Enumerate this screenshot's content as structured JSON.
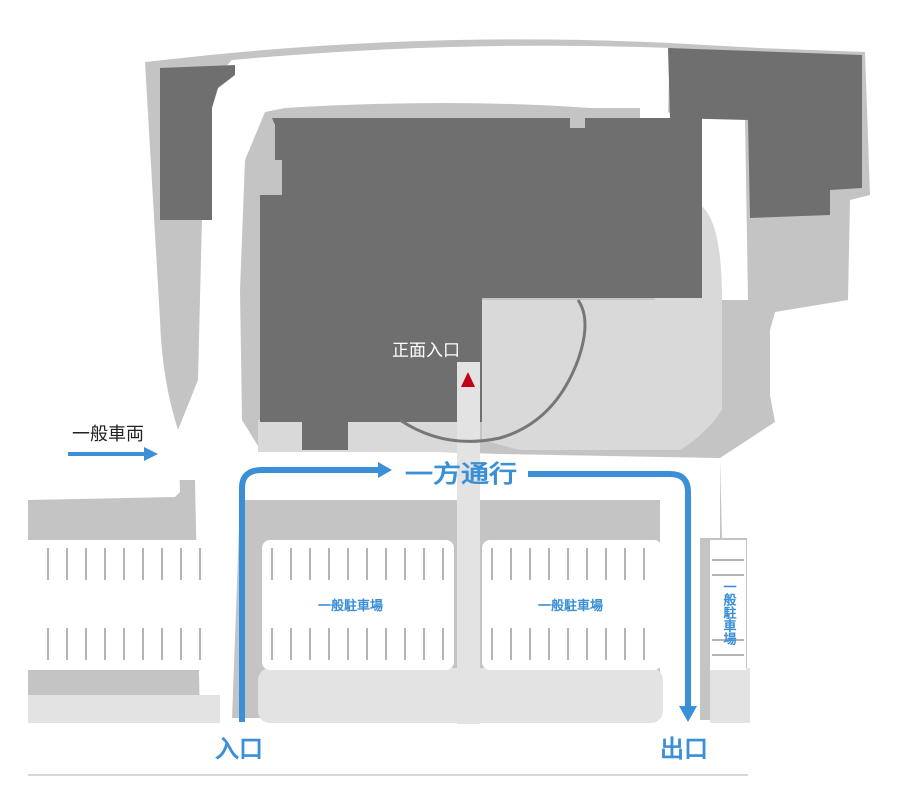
{
  "colors": {
    "site": "#c4c4c4",
    "building": "#6f6f6f",
    "road": "#ffffff",
    "plaza": "#d9d9d9",
    "walkway": "#e3e3e3",
    "arrow": "#3a8fd6",
    "entrance_marker": "#c0001a"
  },
  "labels": {
    "main_entrance": "正面入口",
    "general_vehicle": "一般車両",
    "one_way": "一方通行",
    "parking_center_left": "一般駐車場",
    "parking_center_right": "一般駐車場",
    "parking_right_vertical": "一般駐車場",
    "entry": "入口",
    "exit": "出口"
  },
  "icons": {
    "entrance_marker": "red-triangle-icon"
  }
}
